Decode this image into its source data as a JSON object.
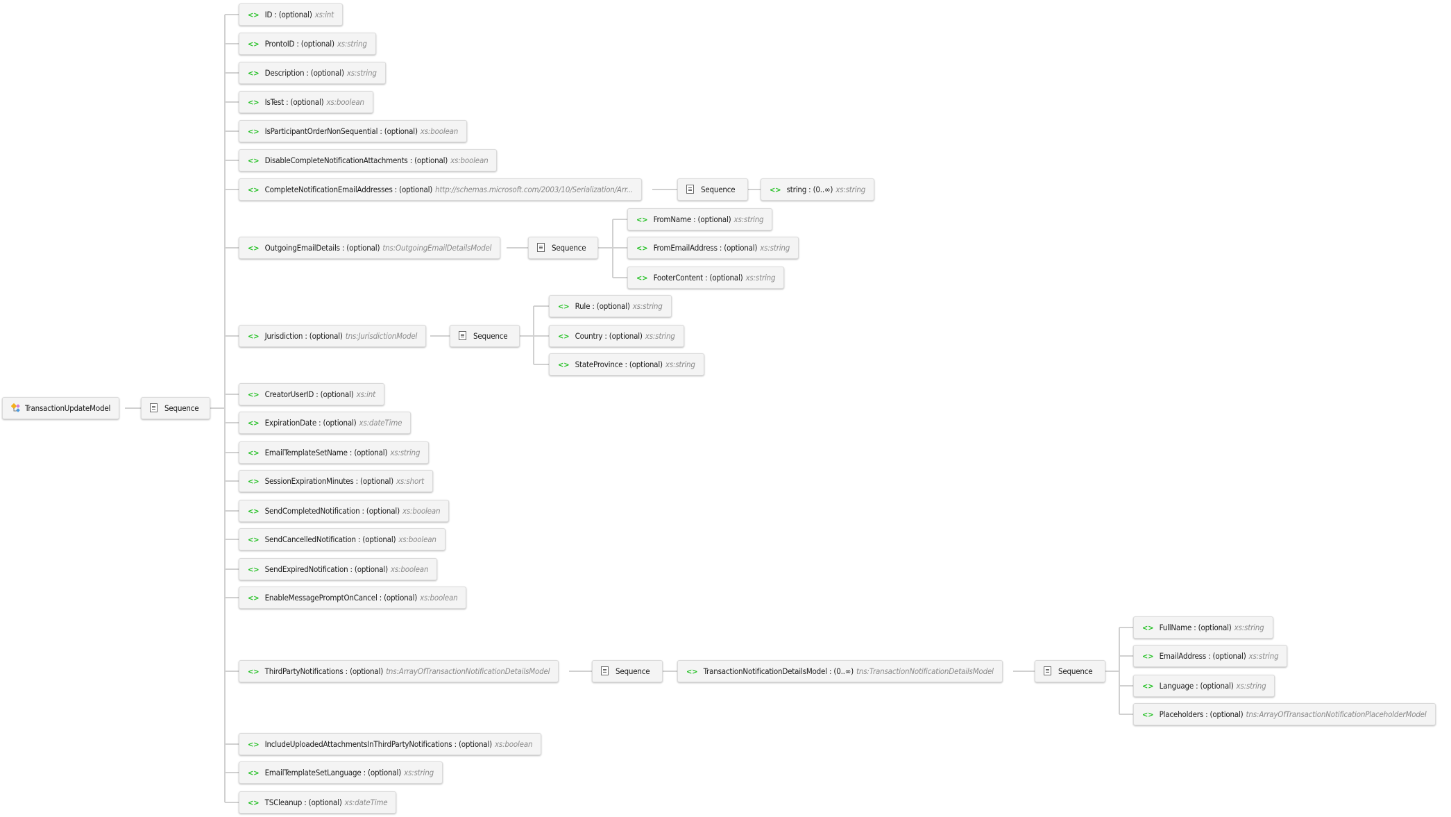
{
  "labels": {
    "sequence": "Sequence"
  },
  "root": {
    "name": "TransactionUpdateModel"
  },
  "main": [
    {
      "name": "ID",
      "occurs": "(optional)",
      "type": "xs:int"
    },
    {
      "name": "ProntoID",
      "occurs": "(optional)",
      "type": "xs:string"
    },
    {
      "name": "Description",
      "occurs": "(optional)",
      "type": "xs:string"
    },
    {
      "name": "IsTest",
      "occurs": "(optional)",
      "type": "xs:boolean"
    },
    {
      "name": "IsParticipantOrderNonSequential",
      "occurs": "(optional)",
      "type": "xs:boolean"
    },
    {
      "name": "DisableCompleteNotificationAttachments",
      "occurs": "(optional)",
      "type": "xs:boolean"
    },
    {
      "name": "CompleteNotificationEmailAddresses",
      "occurs": "(optional)",
      "type": "http://schemas.microsoft.com/2003/10/Serialization/Arr..."
    },
    {
      "name": "OutgoingEmailDetails",
      "occurs": "(optional)",
      "type": "tns:OutgoingEmailDetailsModel"
    },
    {
      "name": "Jurisdiction",
      "occurs": "(optional)",
      "type": "tns:JurisdictionModel"
    },
    {
      "name": "CreatorUserID",
      "occurs": "(optional)",
      "type": "xs:int"
    },
    {
      "name": "ExpirationDate",
      "occurs": "(optional)",
      "type": "xs:dateTime"
    },
    {
      "name": "EmailTemplateSetName",
      "occurs": "(optional)",
      "type": "xs:string"
    },
    {
      "name": "SessionExpirationMinutes",
      "occurs": "(optional)",
      "type": "xs:short"
    },
    {
      "name": "SendCompletedNotification",
      "occurs": "(optional)",
      "type": "xs:boolean"
    },
    {
      "name": "SendCancelledNotification",
      "occurs": "(optional)",
      "type": "xs:boolean"
    },
    {
      "name": "SendExpiredNotification",
      "occurs": "(optional)",
      "type": "xs:boolean"
    },
    {
      "name": "EnableMessagePromptOnCancel",
      "occurs": "(optional)",
      "type": "xs:boolean"
    },
    {
      "name": "ThirdPartyNotifications",
      "occurs": "(optional)",
      "type": "tns:ArrayOfTransactionNotificationDetailsModel"
    },
    {
      "name": "IncludeUploadedAttachmentsInThirdPartyNotifications",
      "occurs": "(optional)",
      "type": "xs:boolean"
    },
    {
      "name": "EmailTemplateSetLanguage",
      "occurs": "(optional)",
      "type": "xs:string"
    },
    {
      "name": "TSCleanup",
      "occurs": "(optional)",
      "type": "xs:dateTime"
    }
  ],
  "complete_child": {
    "name": "string",
    "occurs": "(0..∞)",
    "type": "xs:string"
  },
  "outgoing_children": [
    {
      "name": "FromName",
      "occurs": "(optional)",
      "type": "xs:string"
    },
    {
      "name": "FromEmailAddress",
      "occurs": "(optional)",
      "type": "xs:string"
    },
    {
      "name": "FooterContent",
      "occurs": "(optional)",
      "type": "xs:string"
    }
  ],
  "jurisdiction_children": [
    {
      "name": "Rule",
      "occurs": "(optional)",
      "type": "xs:string"
    },
    {
      "name": "Country",
      "occurs": "(optional)",
      "type": "xs:string"
    },
    {
      "name": "StateProvince",
      "occurs": "(optional)",
      "type": "xs:string"
    }
  ],
  "third_party": {
    "detail": {
      "name": "TransactionNotificationDetailsModel",
      "occurs": "(0..∞)",
      "type": "tns:TransactionNotificationDetailsModel"
    },
    "children": [
      {
        "name": "FullName",
        "occurs": "(optional)",
        "type": "xs:string"
      },
      {
        "name": "EmailAddress",
        "occurs": "(optional)",
        "type": "xs:string"
      },
      {
        "name": "Language",
        "occurs": "(optional)",
        "type": "xs:string"
      },
      {
        "name": "Placeholders",
        "occurs": "(optional)",
        "type": "tns:ArrayOfTransactionNotificationPlaceholderModel"
      }
    ]
  },
  "colors": {
    "element_icon": "#22c022",
    "connector": "#d0d0d0",
    "node_bg": "#f4f4f4"
  }
}
